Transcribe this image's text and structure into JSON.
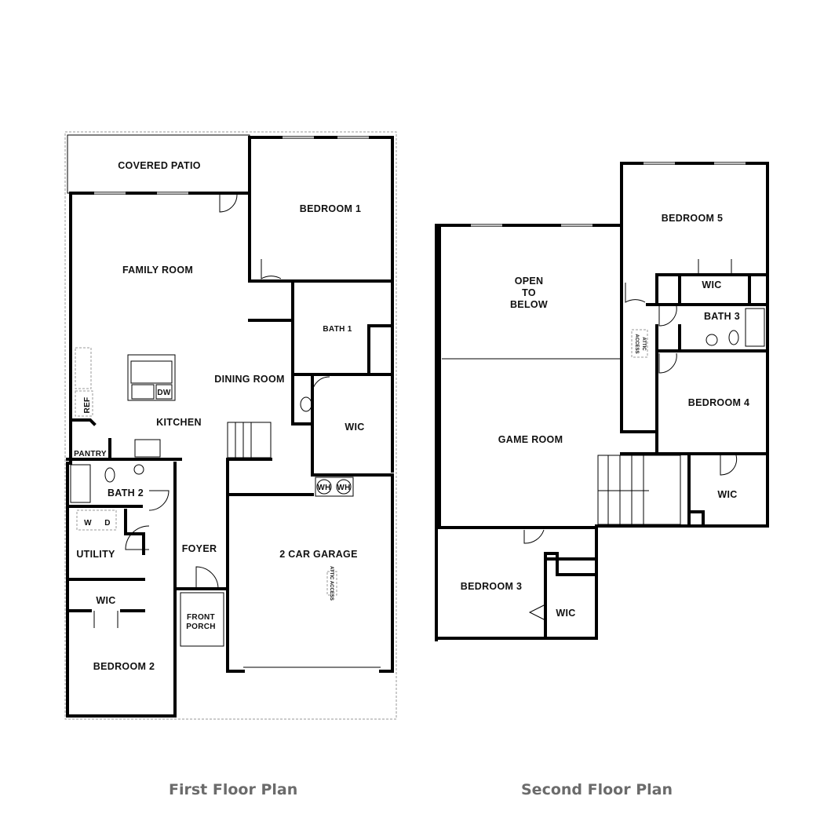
{
  "first_floor": {
    "caption": "First Floor Plan",
    "rooms": {
      "covered_patio": "COVERED PATIO",
      "bedroom1": "BEDROOM 1",
      "family_room": "FAMILY ROOM",
      "bath1": "BATH 1",
      "dining_room": "DINING ROOM",
      "kitchen": "KITCHEN",
      "ref": "REF",
      "dw": "DW",
      "pantry": "PANTRY",
      "wic_master": "WIC",
      "bath2": "BATH 2",
      "washer": "W",
      "dryer": "D",
      "utility": "UTILITY",
      "foyer": "FOYER",
      "wh1": "WH",
      "wh2": "WH",
      "garage": "2 CAR GARAGE",
      "attic_access": "ATTIC ACCESS",
      "wic_bed2": "WIC",
      "front_porch_1": "FRONT",
      "front_porch_2": "PORCH",
      "bedroom2": "BEDROOM 2"
    }
  },
  "second_floor": {
    "caption": "Second Floor Plan",
    "rooms": {
      "open_1": "OPEN",
      "open_2": "TO",
      "open_3": "BELOW",
      "bedroom5": "BEDROOM 5",
      "wic_bed5": "WIC",
      "bath3": "BATH 3",
      "attic_1": "ATTIC",
      "attic_2": "ACCESS",
      "bedroom4": "BEDROOM 4",
      "game_room": "GAME ROOM",
      "wic_bed4": "WIC",
      "bedroom3": "BEDROOM 3",
      "wic_bed3": "WIC"
    }
  }
}
